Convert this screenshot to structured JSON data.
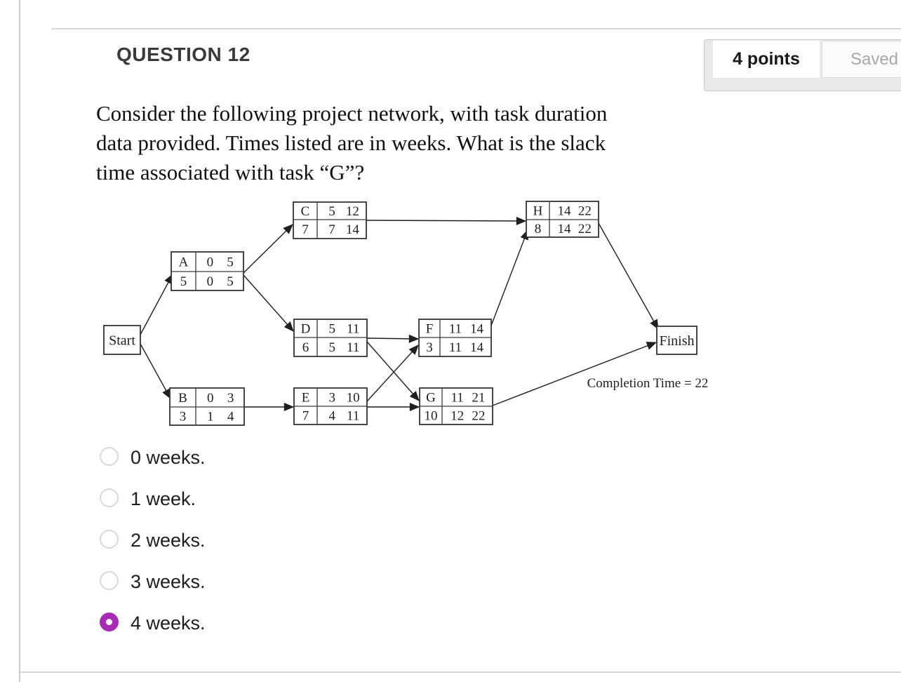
{
  "header": {
    "title": "QUESTION 12",
    "points_label": "4 points",
    "status_label": "Saved"
  },
  "question": {
    "lines": [
      "Consider the following project network, with task duration",
      "data provided. Times listed are in weeks. What is the slack",
      "time associated with task “G”?"
    ]
  },
  "diagram": {
    "start_label": "Start",
    "finish_label": "Finish",
    "annotation": "Completion Time = 22",
    "tasks": [
      {
        "id": "A",
        "row1": [
          "A",
          "0",
          "5"
        ],
        "row2": [
          "5",
          "0",
          "5"
        ]
      },
      {
        "id": "B",
        "row1": [
          "B",
          "0",
          "3"
        ],
        "row2": [
          "3",
          "1",
          "4"
        ]
      },
      {
        "id": "C",
        "row1": [
          "C",
          "5",
          "12"
        ],
        "row2": [
          "7",
          "7",
          "14"
        ]
      },
      {
        "id": "D",
        "row1": [
          "D",
          "5",
          "11"
        ],
        "row2": [
          "6",
          "5",
          "11"
        ]
      },
      {
        "id": "E",
        "row1": [
          "E",
          "3",
          "10"
        ],
        "row2": [
          "7",
          "4",
          "11"
        ]
      },
      {
        "id": "F",
        "row1": [
          "F",
          "11",
          "14"
        ],
        "row2": [
          "3",
          "11",
          "14"
        ]
      },
      {
        "id": "G",
        "row1": [
          "G",
          "11",
          "21"
        ],
        "row2": [
          "10",
          "12",
          "22"
        ]
      },
      {
        "id": "H",
        "row1": [
          "H",
          "14",
          "22"
        ],
        "row2": [
          "8",
          "14",
          "22"
        ]
      }
    ],
    "edges": [
      [
        "Start",
        "A"
      ],
      [
        "Start",
        "B"
      ],
      [
        "A",
        "C"
      ],
      [
        "A",
        "D"
      ],
      [
        "B",
        "E"
      ],
      [
        "C",
        "H"
      ],
      [
        "D",
        "F"
      ],
      [
        "D",
        "G"
      ],
      [
        "E",
        "F"
      ],
      [
        "E",
        "G"
      ],
      [
        "F",
        "H"
      ],
      [
        "H",
        "Finish"
      ],
      [
        "G",
        "Finish"
      ]
    ]
  },
  "options": [
    {
      "label": "0 weeks.",
      "selected": false
    },
    {
      "label": "1 week.",
      "selected": false
    },
    {
      "label": "2 weeks.",
      "selected": false
    },
    {
      "label": "3 weeks.",
      "selected": false
    },
    {
      "label": "4 weeks.",
      "selected": true
    }
  ],
  "colors": {
    "accent": "#A62CB3",
    "radio_border": "#D9D9D9",
    "rule": "#D6D6D6",
    "diagram_ink": "#1F1F1F"
  }
}
